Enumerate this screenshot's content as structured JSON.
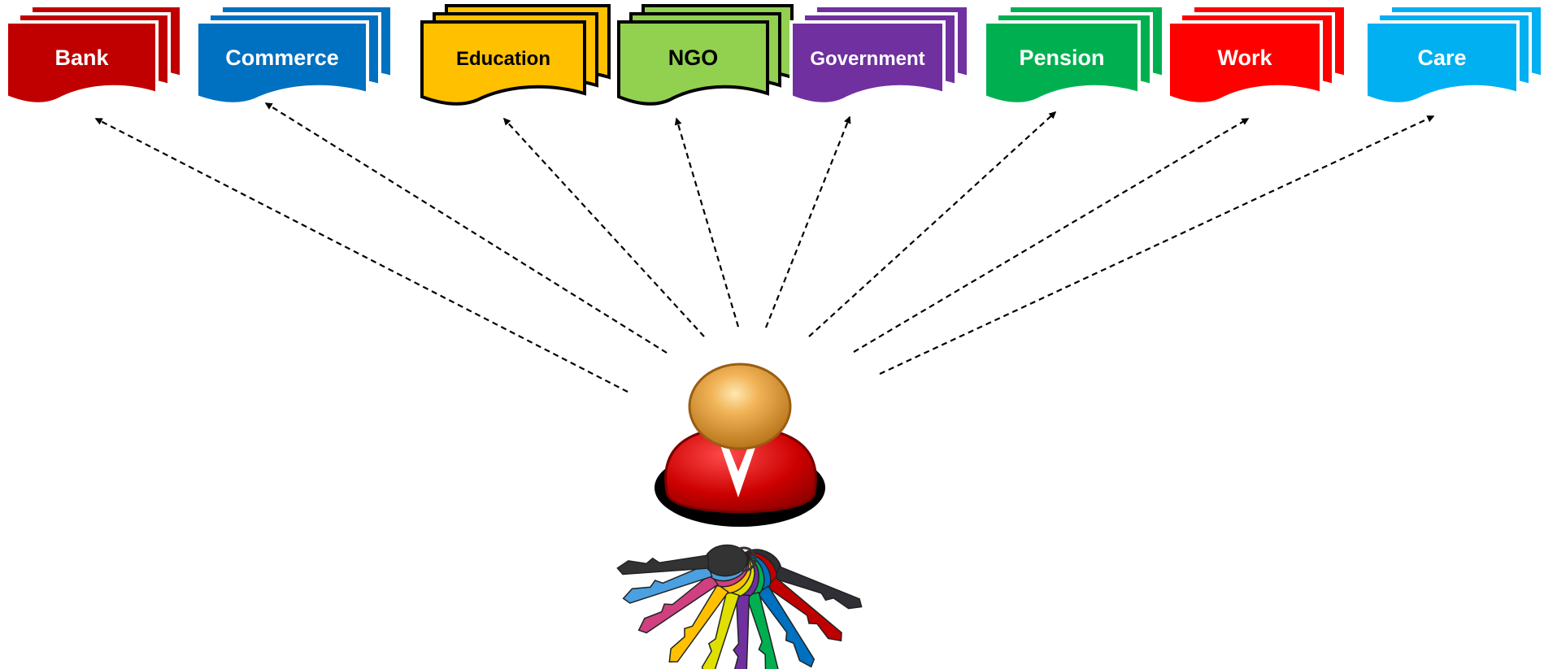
{
  "documents": [
    {
      "label": "Bank",
      "color": "#c00000",
      "text_color": "#ffffff",
      "outlined": false
    },
    {
      "label": "Commerce",
      "color": "#0070c0",
      "text_color": "#ffffff",
      "outlined": false
    },
    {
      "label": "Education",
      "color": "#ffc000",
      "text_color": "#000000",
      "outlined": true
    },
    {
      "label": "NGO",
      "color": "#92d050",
      "text_color": "#000000",
      "outlined": true
    },
    {
      "label": "Government",
      "color": "#7030a0",
      "text_color": "#ffffff",
      "outlined": false
    },
    {
      "label": "Pension",
      "color": "#00b050",
      "text_color": "#ffffff",
      "outlined": false
    },
    {
      "label": "Work",
      "color": "#ff0000",
      "text_color": "#ffffff",
      "outlined": false
    },
    {
      "label": "Care",
      "color": "#00b0f0",
      "text_color": "#ffffff",
      "outlined": false
    }
  ],
  "user_icon": {
    "name": "user-icon",
    "head_color": "#e29a2a",
    "body_color": "#c00000"
  },
  "keys": {
    "name": "keyring-icon",
    "colors": [
      "#2f2f35",
      "#c00000",
      "#0070c0",
      "#00b050",
      "#7030a0",
      "#e0e000",
      "#ffc000",
      "#d04080",
      "#4aa0e0",
      "#333333"
    ]
  },
  "arrow_style": {
    "color": "#000000",
    "dashed": true
  }
}
